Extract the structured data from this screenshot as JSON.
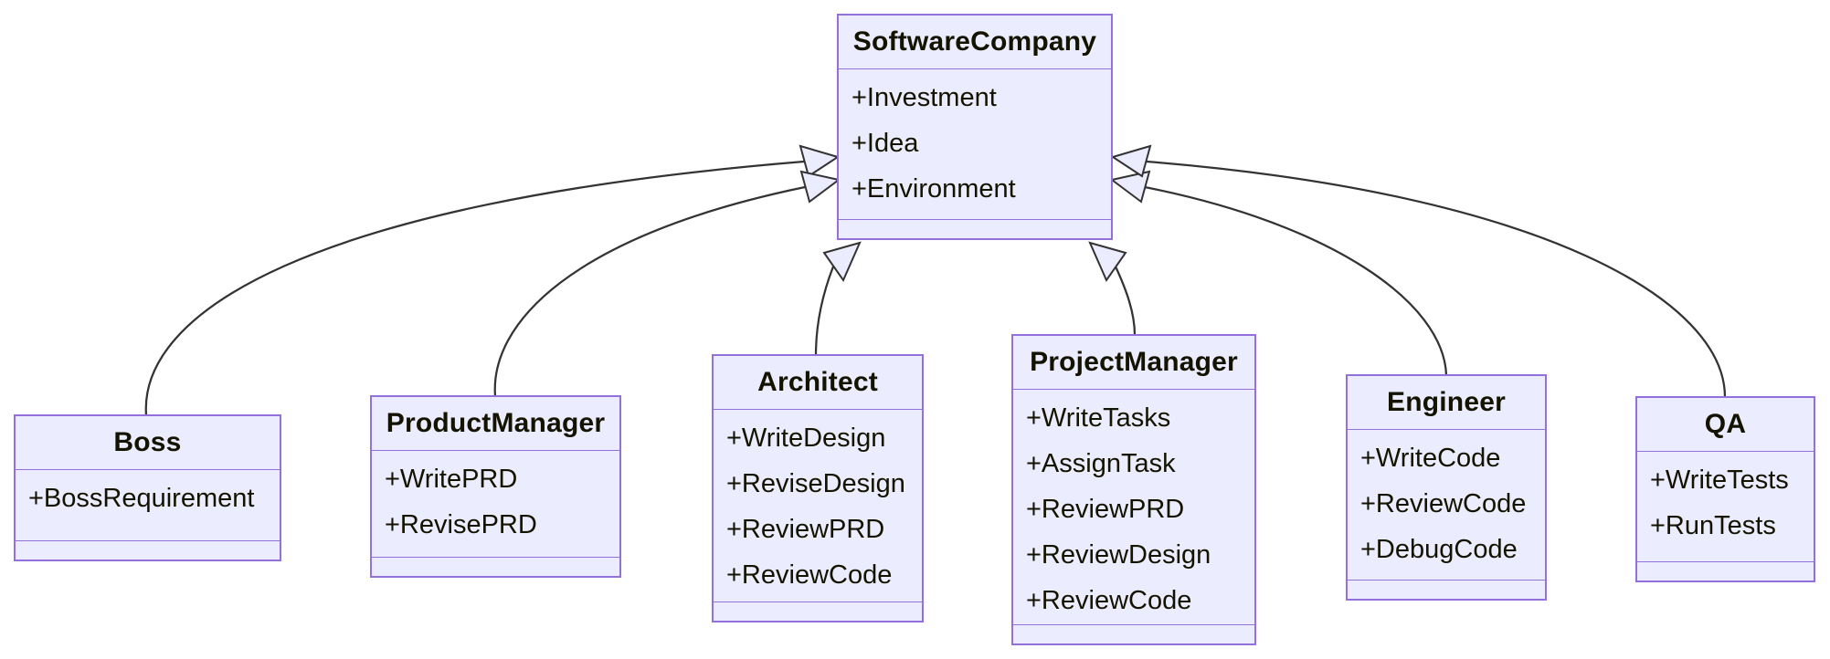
{
  "diagram": {
    "type": "uml-class-diagram",
    "classes": [
      {
        "name": "SoftwareCompany",
        "attributes": [
          "+Investment",
          "+Idea",
          "+Environment"
        ],
        "methods": []
      },
      {
        "name": "Boss",
        "attributes": [
          "+BossRequirement"
        ],
        "methods": []
      },
      {
        "name": "ProductManager",
        "attributes": [
          "+WritePRD",
          "+RevisePRD"
        ],
        "methods": []
      },
      {
        "name": "Architect",
        "attributes": [
          "+WriteDesign",
          "+ReviseDesign",
          "+ReviewPRD",
          "+ReviewCode"
        ],
        "methods": []
      },
      {
        "name": "ProjectManager",
        "attributes": [
          "+WriteTasks",
          "+AssignTask",
          "+ReviewPRD",
          "+ReviewDesign",
          "+ReviewCode"
        ],
        "methods": []
      },
      {
        "name": "Engineer",
        "attributes": [
          "+WriteCode",
          "+ReviewCode",
          "+DebugCode"
        ],
        "methods": []
      },
      {
        "name": "QA",
        "attributes": [
          "+WriteTests",
          "+RunTests"
        ],
        "methods": []
      }
    ],
    "relations": [
      {
        "from": "Boss",
        "to": "SoftwareCompany",
        "type": "inheritance"
      },
      {
        "from": "ProductManager",
        "to": "SoftwareCompany",
        "type": "inheritance"
      },
      {
        "from": "Architect",
        "to": "SoftwareCompany",
        "type": "inheritance"
      },
      {
        "from": "ProjectManager",
        "to": "SoftwareCompany",
        "type": "inheritance"
      },
      {
        "from": "Engineer",
        "to": "SoftwareCompany",
        "type": "inheritance"
      },
      {
        "from": "QA",
        "to": "SoftwareCompany",
        "type": "inheritance"
      }
    ],
    "colors": {
      "node_fill": "#ECECFF",
      "node_border": "#9370DB",
      "edge_line": "#333333",
      "text": "#131300",
      "background": "#FFFFFF"
    }
  }
}
